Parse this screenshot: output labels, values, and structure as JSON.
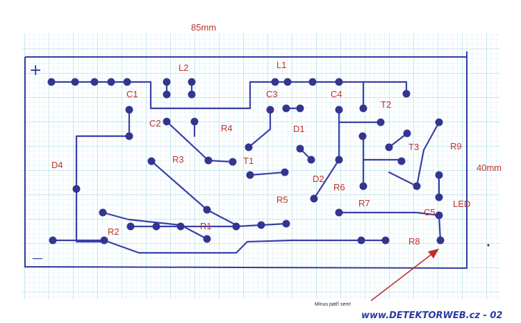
{
  "dimensions": {
    "width": "85mm",
    "height": "40mm"
  },
  "symbols": {
    "plus": "+",
    "minus": "—"
  },
  "labels": {
    "L2": "L2",
    "L1": "L1",
    "C1": "C1",
    "C3": "C3",
    "C4": "C4",
    "T2": "T2",
    "C2": "C2",
    "R4": "R4",
    "D1": "D1",
    "D4": "D4",
    "R3": "R3",
    "T1": "T1",
    "T3": "T3",
    "R9": "R9",
    "D2": "D2",
    "R6": "R6",
    "R5": "R5",
    "R7": "R7",
    "C5": "C5",
    "LED": "LED",
    "R1": "R1",
    "R2": "R2",
    "R8": "R8"
  },
  "annotation": {
    "text": "Mínus patří sem!"
  },
  "footer": {
    "text": "www.DETEKTORWEB.cz - 02"
  },
  "colors": {
    "grid": "#9fd6e6",
    "trace": "#3a3ea8",
    "label": "#c0302a",
    "arrow": "#c0302a"
  }
}
